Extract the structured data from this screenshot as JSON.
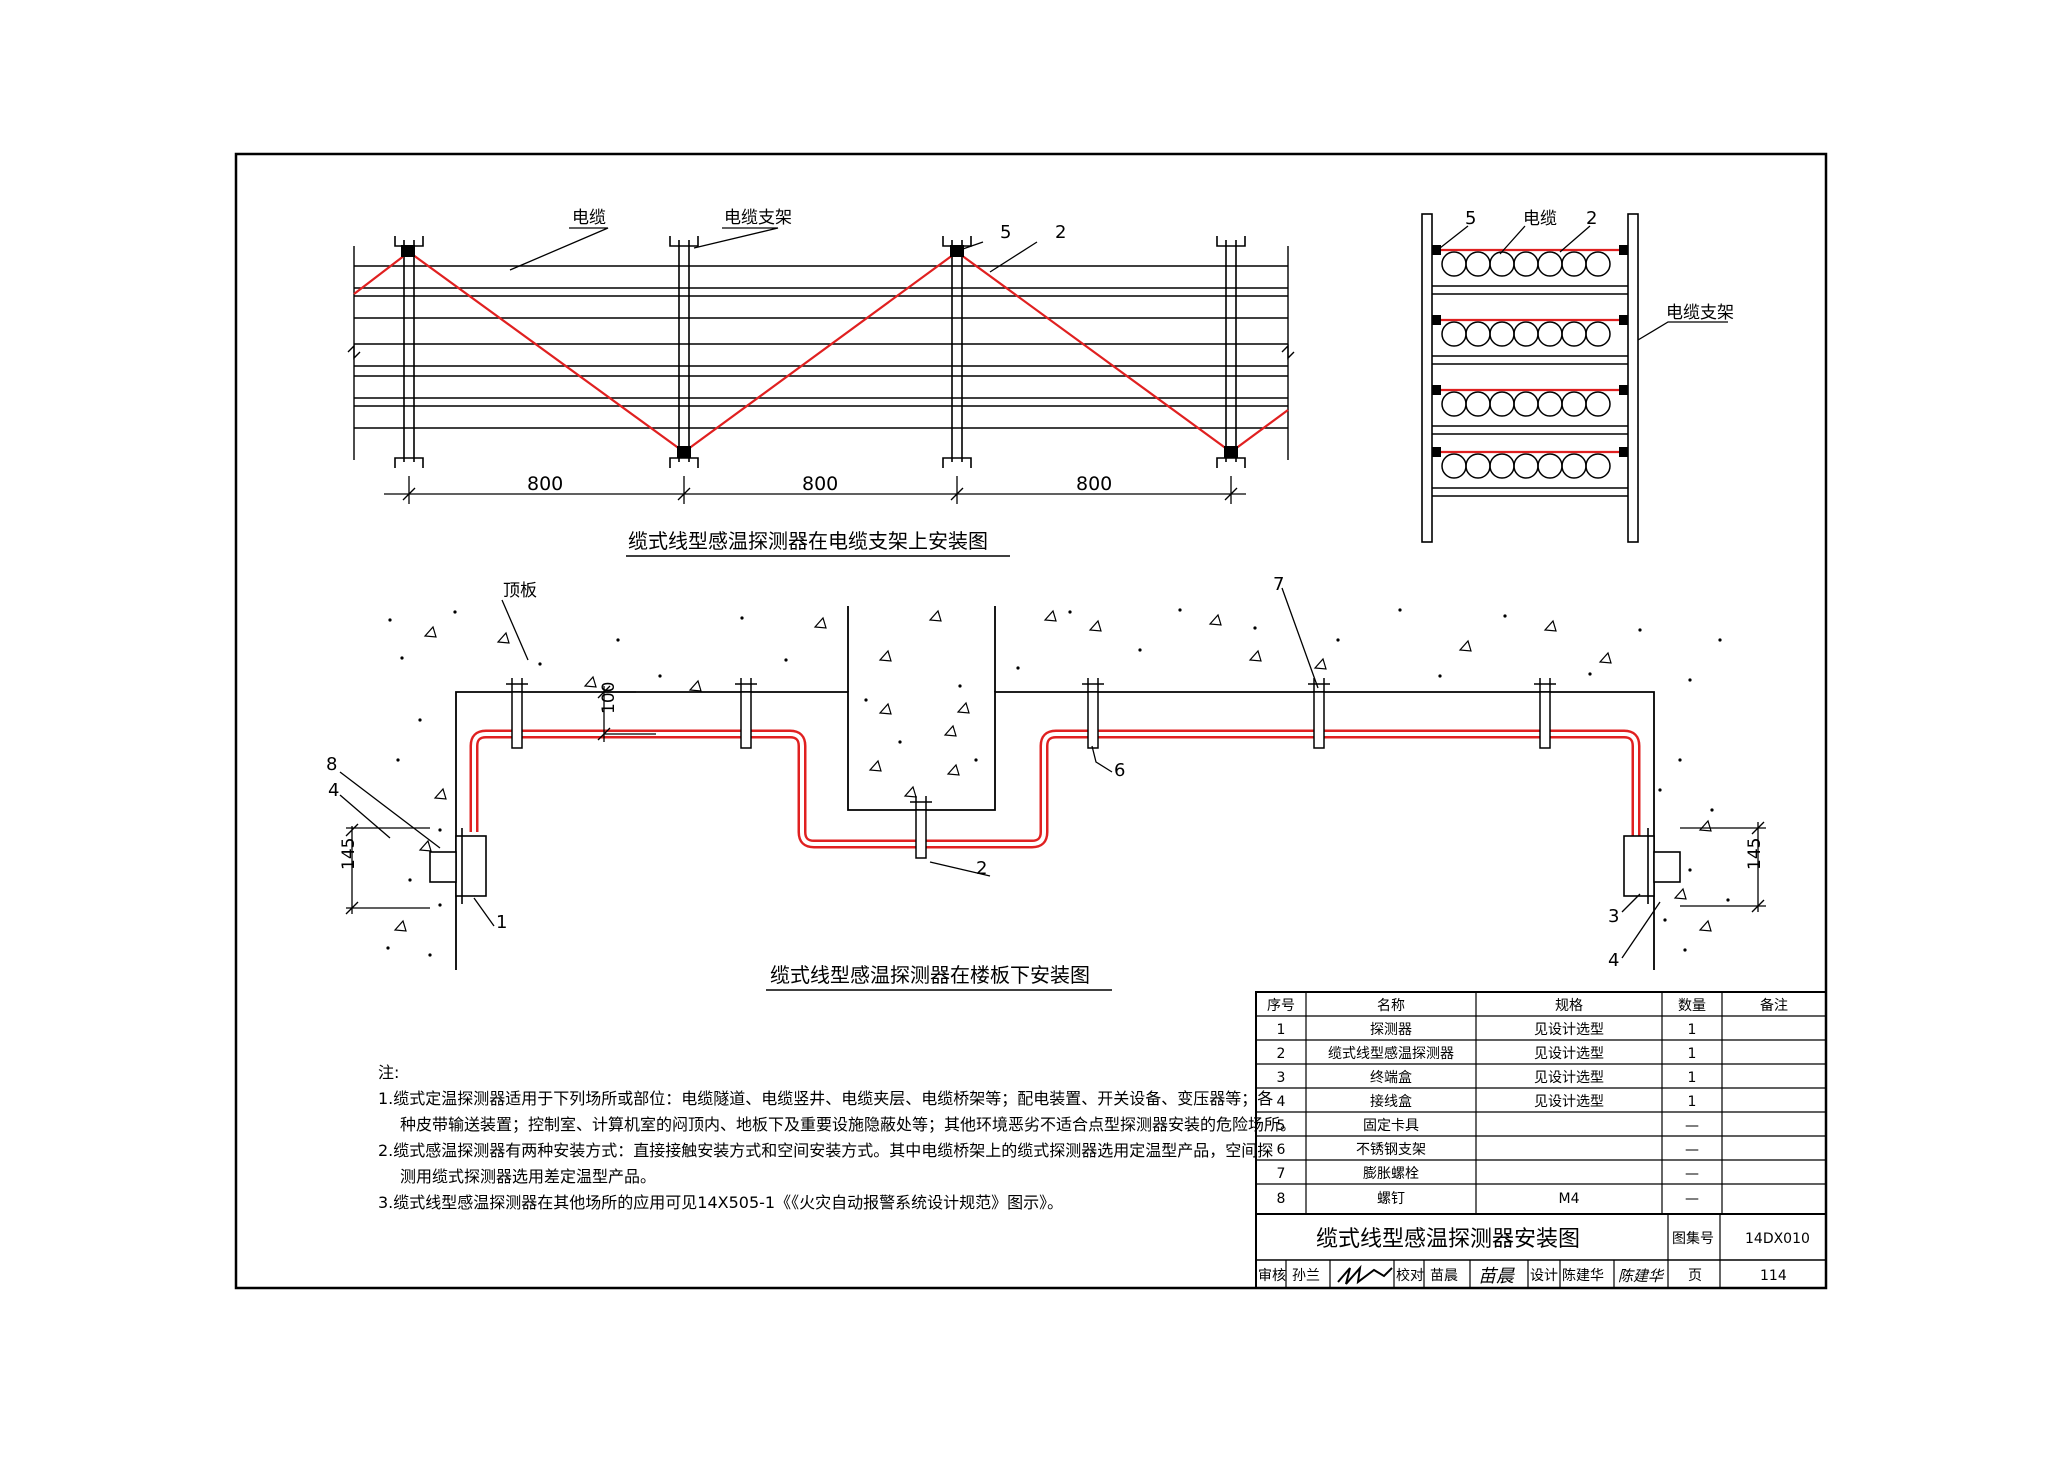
{
  "top_diagram": {
    "labels": {
      "cable": "电缆",
      "bracket": "电缆支架",
      "item5": "5",
      "item2": "2"
    },
    "dims": [
      "800",
      "800",
      "800"
    ],
    "title": "缆式线型感温探测器在电缆支架上安装图"
  },
  "side_diagram": {
    "labels": {
      "item5": "5",
      "cable": "电缆",
      "item2": "2",
      "bracket": "电缆支架"
    }
  },
  "bottom_diagram": {
    "labels": {
      "slab": "顶板",
      "item7": "7",
      "item8": "8",
      "item4_left": "4",
      "item1": "1",
      "item6": "6",
      "item2": "2",
      "item3": "3",
      "item4_right": "4"
    },
    "dims": {
      "d100": "100",
      "d145_left": "145",
      "d145_right": "145"
    },
    "title": "缆式线型感温探测器在楼板下安装图"
  },
  "notes": {
    "heading": "注:",
    "line1": "1.缆式定温探测器适用于下列场所或部位：电缆隧道、电缆竖井、电缆夹层、电缆桥架等；配电装置、开关设备、变压器等；各",
    "line1b": "种皮带输送装置；控制室、计算机室的闷顶内、地板下及重要设施隐蔽处等；其他环境恶劣不适合点型探测器安装的危险场所。",
    "line2": "2.缆式感温探测器有两种安装方式：直接接触安装方式和空间安装方式。其中电缆桥架上的缆式探测器选用定温型产品，空间探",
    "line2b": "测用缆式探测器选用差定温型产品。",
    "line3": "3.缆式线型感温探测器在其他场所的应用可见14X505-1《《火灾自动报警系统设计规范》图示》。"
  },
  "parts_table": {
    "headers": [
      "序号",
      "名称",
      "规格",
      "数量",
      "备注"
    ],
    "rows": [
      [
        "1",
        "探测器",
        "见设计选型",
        "1",
        ""
      ],
      [
        "2",
        "缆式线型感温探测器",
        "见设计选型",
        "1",
        ""
      ],
      [
        "3",
        "终端盒",
        "见设计选型",
        "1",
        ""
      ],
      [
        "4",
        "接线盒",
        "见设计选型",
        "1",
        ""
      ],
      [
        "5",
        "固定卡具",
        "",
        "—",
        ""
      ],
      [
        "6",
        "不锈钢支架",
        "",
        "—",
        ""
      ],
      [
        "7",
        "膨胀螺栓",
        "",
        "—",
        ""
      ],
      [
        "8",
        "螺钉",
        "M4",
        "—",
        ""
      ]
    ]
  },
  "title_block": {
    "drawing_title": "缆式线型感温探测器安装图",
    "atlas_label": "图集号",
    "atlas_no": "14DX010",
    "review_label": "审核",
    "reviewer": "孙兰",
    "check_label": "校对",
    "checker": "苗晨",
    "checker_sign": "苗晨",
    "design_label": "设计",
    "designer": "陈建华",
    "designer_sign": "陈建华",
    "page_label": "页",
    "page_no": "114"
  },
  "colors": {
    "line": "#000000",
    "detector_cable": "#e02020"
  }
}
